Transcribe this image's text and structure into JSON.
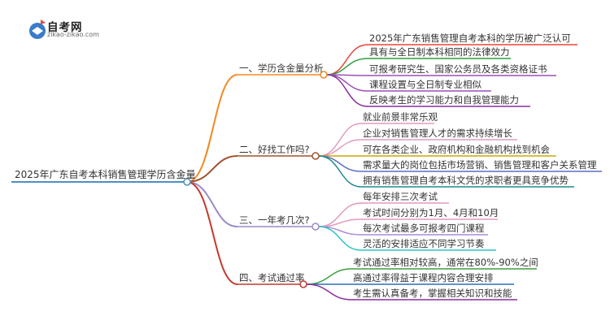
{
  "logo": {
    "title": "自考网",
    "url": "zikao-zikao.com",
    "colors": {
      "primary": "#3b7bc9",
      "accent": "#e8453c"
    }
  },
  "root": {
    "label": "2025年广东自考本科销售管理学历含金量",
    "color": "#4a90c2"
  },
  "branches": [
    {
      "label": "一、学历含金量分析",
      "color": "#f08a24",
      "items": [
        {
          "label": "2025年广东销售管理自考本科的学历被广泛认可",
          "color": "#e8453c"
        },
        {
          "label": "具有与全日制本科相同的法律效力",
          "color": "#2e9e3e"
        },
        {
          "label": "可报考研究生、国家公务员及各类资格证书",
          "color": "#9c4fb6"
        },
        {
          "label": "课程设置与全日制专业相似",
          "color": "#9c4fb6"
        },
        {
          "label": "反映考生的学习能力和自我管理能力",
          "color": "#8a2d9c"
        }
      ]
    },
    {
      "label": "二、好找工作吗?",
      "color": "#a0522d",
      "items": [
        {
          "label": "就业前景非常乐观",
          "color": "#e09ac0"
        },
        {
          "label": "企业对销售管理人才的需求持续增长",
          "color": "#e09ac0"
        },
        {
          "label": "可在各类企业、政府机构和金融机构找到机会",
          "color": "#c8a800"
        },
        {
          "label": "需求量大的岗位包括市场营销、销售管理和客户关系管理",
          "color": "#5b6fc2"
        },
        {
          "label": "拥有销售管理自考本科文凭的求职者更具竞争优势",
          "color": "#1e8a8a"
        }
      ]
    },
    {
      "label": "三、一年考几次?",
      "color": "#9a8ac8",
      "items": [
        {
          "label": "每年安排三次考试",
          "color": "#e09ac0"
        },
        {
          "label": "考试时间分别为1月、4月和10月",
          "color": "#e09ac0"
        },
        {
          "label": "每次考试最多可报考四门课程",
          "color": "#a68cd8"
        },
        {
          "label": "灵活的安排适应不同学习节奏",
          "color": "#2ec4c4"
        }
      ]
    },
    {
      "label": "四、考试通过率",
      "color": "#c23a2e",
      "items": [
        {
          "label": "考试通过率相对较高，通常在80%-90%之间",
          "color": "#3e9e3e"
        },
        {
          "label": "高通过率得益于课程内容合理安排",
          "color": "#2a6dbd"
        },
        {
          "label": "考生需认真备考，掌握相关知识和技能",
          "color": "#8a2d9c"
        }
      ]
    }
  ]
}
